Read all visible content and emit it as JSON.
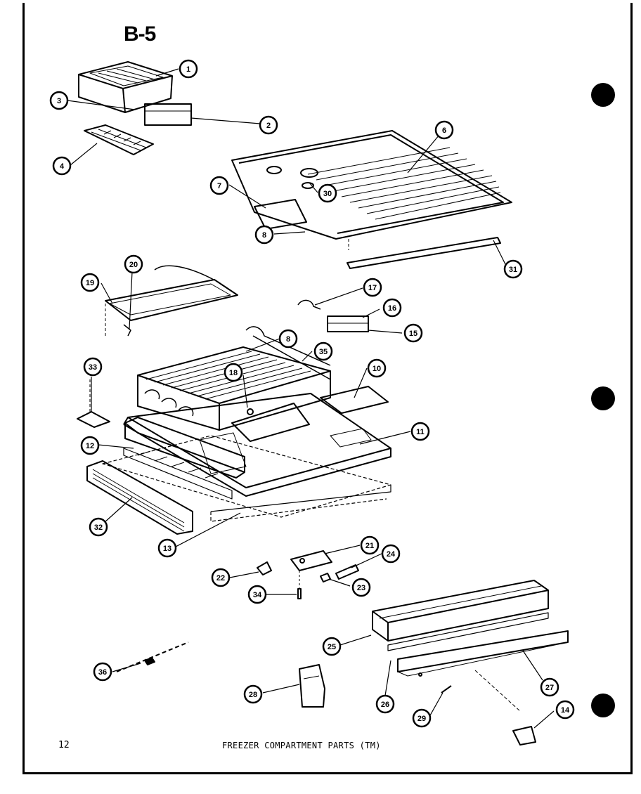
{
  "diagram": {
    "section_code": "B-5",
    "page_number": "12",
    "caption": "FREEZER COMPARTMENT PARTS (TM)",
    "callouts": [
      "1",
      "2",
      "3",
      "4",
      "6",
      "7",
      "8",
      "30",
      "31",
      "19",
      "20",
      "17",
      "16",
      "15",
      "8",
      "35",
      "33",
      "18",
      "10",
      "11",
      "12",
      "32",
      "13",
      "21",
      "24",
      "22",
      "23",
      "34",
      "25",
      "36",
      "28",
      "26",
      "27",
      "29",
      "14"
    ]
  }
}
